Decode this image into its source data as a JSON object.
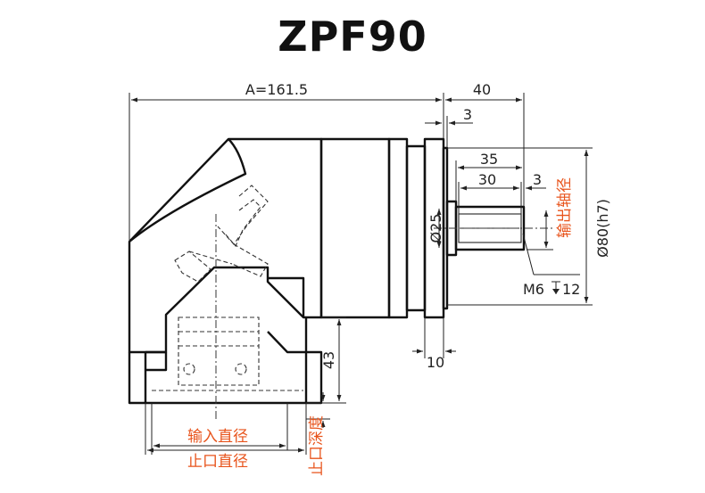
{
  "title": "ZPF90",
  "dimensions": {
    "a": "A=161.5",
    "d40": "40",
    "d3_top": "3",
    "d35": "35",
    "d30": "30",
    "d3_shaft": "3",
    "d25": "Ø25",
    "d80": "Ø80(h7)",
    "d10": "10",
    "d43": "43",
    "m6": "M6",
    "m6_depth": "12"
  },
  "notes": {
    "output_shaft": "输出轴径",
    "input_diameter": "输入直径",
    "spigot_diameter": "止口直径",
    "spigot_depth": "止口深度"
  },
  "colors": {
    "note_orange": "#e8541c",
    "line": "#222222"
  }
}
